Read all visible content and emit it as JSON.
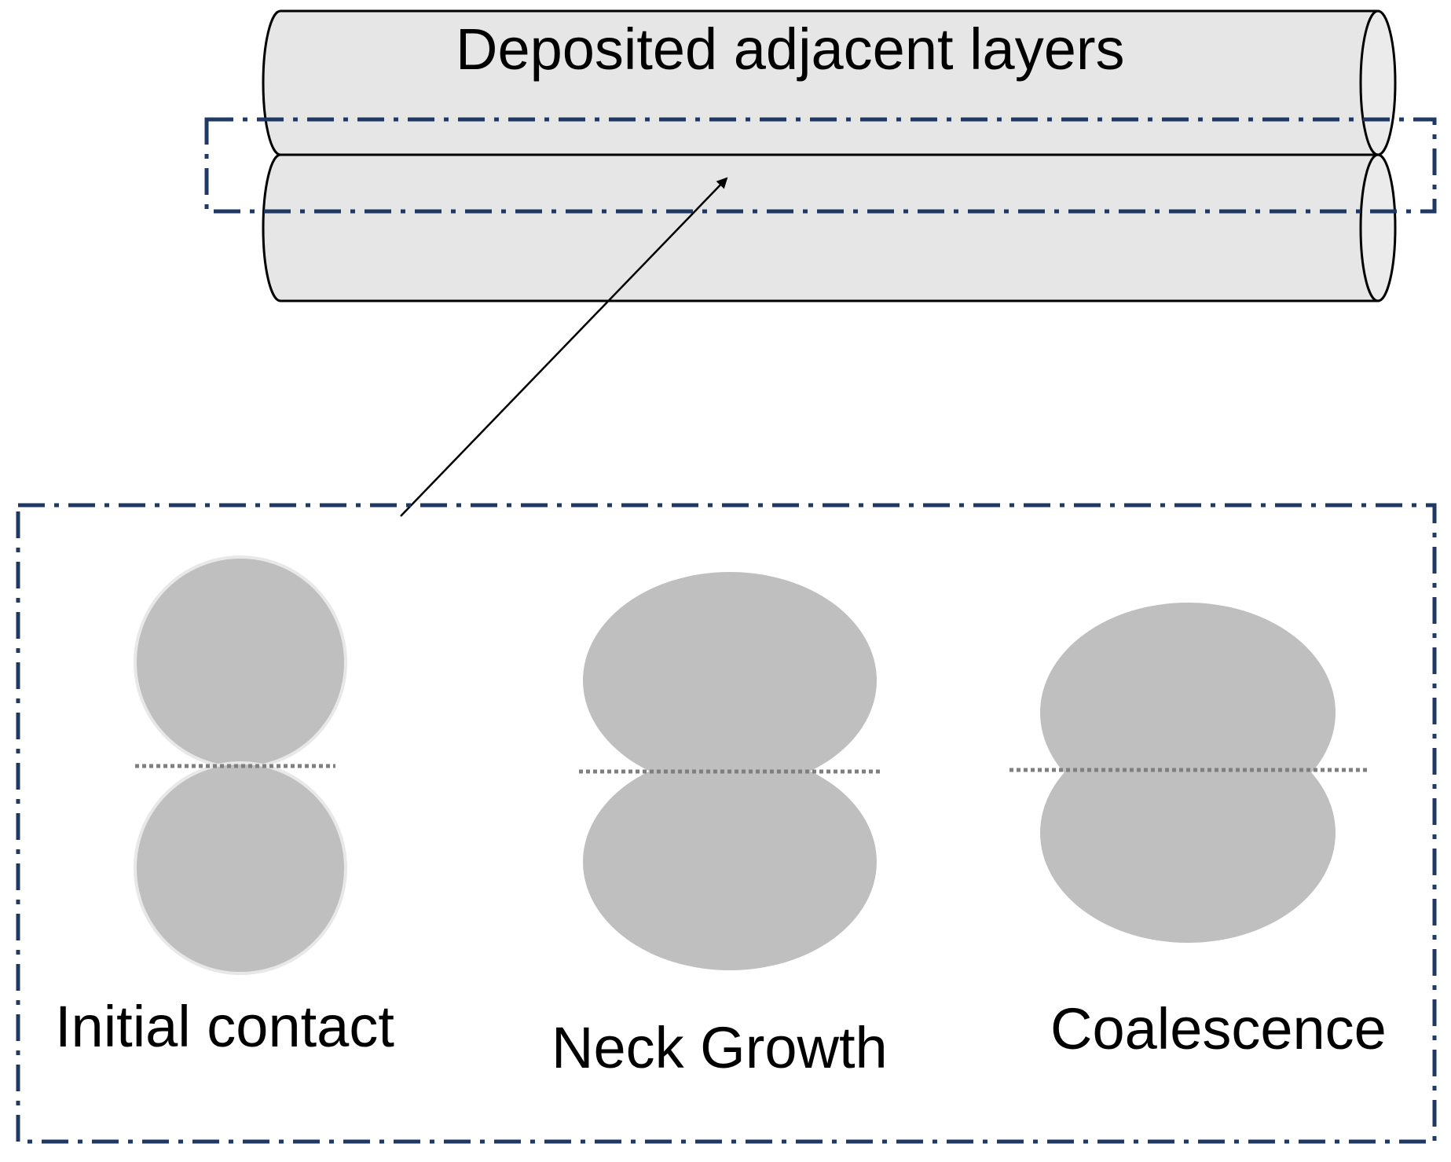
{
  "diagram": {
    "title": "Deposited adjacent layers",
    "stages": [
      {
        "id": "initial",
        "label": "Initial contact"
      },
      {
        "id": "neck",
        "label": "Neck Growth"
      },
      {
        "id": "coalescence",
        "label": "Coalescence"
      }
    ]
  },
  "colors": {
    "filament_fill": "#e6e6e6",
    "filament_stroke": "#000000",
    "droplet_fill": "#bfbfbf",
    "dashdot_frame": "#1f3864",
    "interface_line": "#7f7f7f",
    "arrow": "#000000"
  }
}
